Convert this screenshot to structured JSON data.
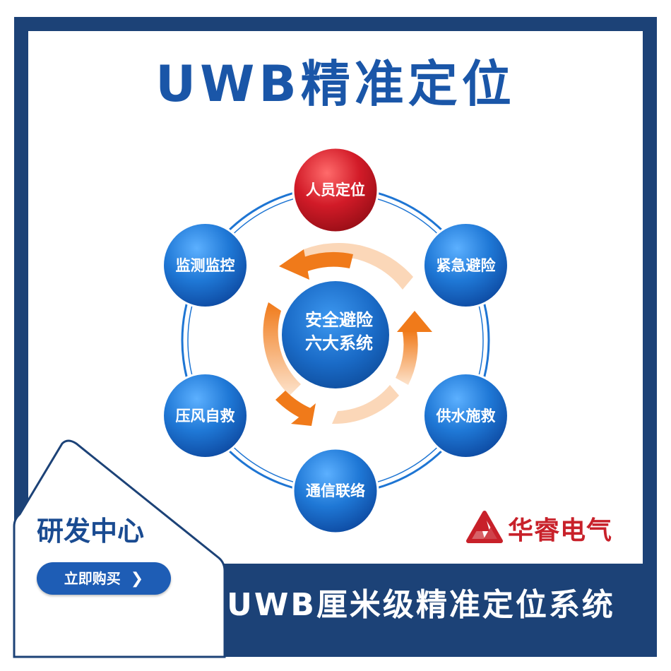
{
  "title": "UWB精准定位",
  "center": {
    "line1": "安全避险",
    "line2": "六大系统"
  },
  "nodes": [
    {
      "label": "人员定位",
      "color": "#d01c2a"
    },
    {
      "label": "紧急避险",
      "color": "#1e75d3"
    },
    {
      "label": "供水施救",
      "color": "#1e75d3"
    },
    {
      "label": "通信联络",
      "color": "#1e75d3"
    },
    {
      "label": "压风自救",
      "color": "#1e75d3"
    },
    {
      "label": "监测监控",
      "color": "#1e75d3"
    }
  ],
  "corner": {
    "title": "研发中心",
    "button_label": "立即购买"
  },
  "brand": {
    "name": "华睿电气"
  },
  "bottom_banner": "UWB厘米级精准定位系统",
  "colors": {
    "frame": "#1c4277",
    "accent_blue": "#1e75d3",
    "accent_red": "#d01c2a",
    "arrow_orange": "#f07a1a"
  }
}
